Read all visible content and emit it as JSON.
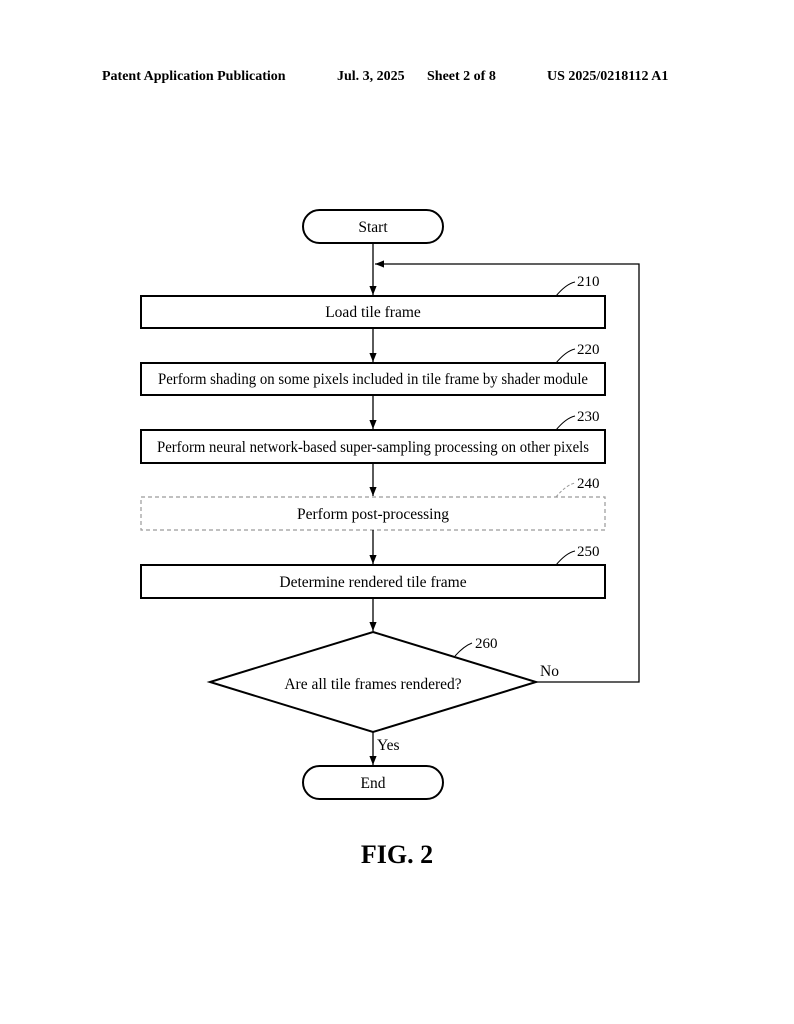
{
  "header": {
    "publication": "Patent Application Publication",
    "date": "Jul. 3, 2025",
    "sheet": "Sheet 2 of 8",
    "number": "US 2025/0218112 A1"
  },
  "flow": {
    "start": "Start",
    "step_210": {
      "ref": "210",
      "text": "Load tile frame"
    },
    "step_220": {
      "ref": "220",
      "text": "Perform shading on some pixels included in tile frame by shader module"
    },
    "step_230": {
      "ref": "230",
      "text": "Perform neural network-based super-sampling processing on other pixels"
    },
    "step_240": {
      "ref": "240",
      "text": "Perform post-processing"
    },
    "step_250": {
      "ref": "250",
      "text": "Determine rendered tile frame"
    },
    "decision_260": {
      "ref": "260",
      "text": "Are all tile frames rendered?"
    },
    "no_label": "No",
    "yes_label": "Yes",
    "end": "End"
  },
  "figure_label": "FIG. 2"
}
